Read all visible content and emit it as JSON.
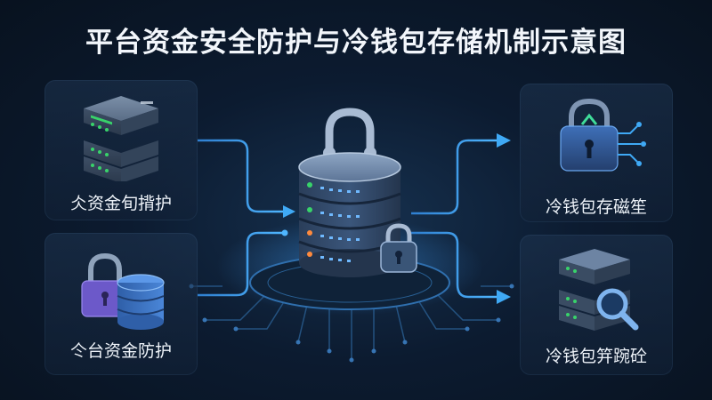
{
  "title": "平台资金安全防护与冷钱包存储机制示意图",
  "panels": {
    "top_left": {
      "label": "仌资金旬揹护",
      "icon": "server-rack-icon"
    },
    "bottom_left": {
      "label": "仒台资金防护",
      "icon": "database-lock-icon"
    },
    "top_right": {
      "label": "冷钱包存磁笙",
      "icon": "shield-lock-icon"
    },
    "bottom_right": {
      "label": "冷钱包笄踠砼",
      "icon": "server-magnifier-icon"
    }
  },
  "center": {
    "icon": "locked-database-icon"
  },
  "colors": {
    "accent": "#3fa9f5",
    "led_green": "#38d36a",
    "led_orange": "#ff8a3d",
    "panel_bg": "#16283f"
  }
}
